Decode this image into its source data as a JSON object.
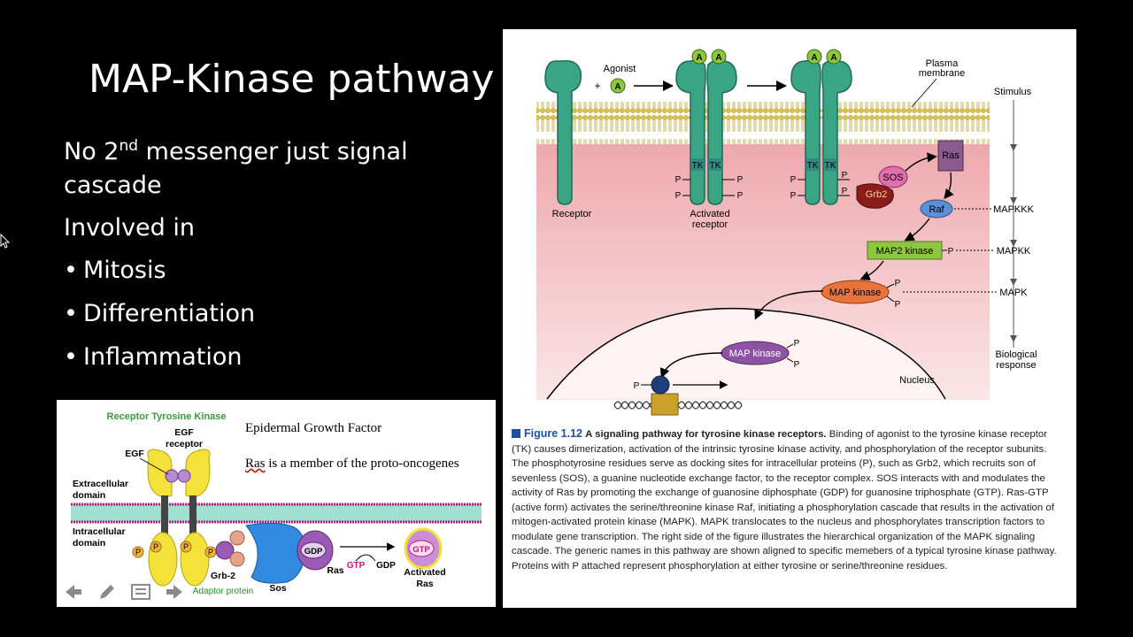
{
  "slide": {
    "title": "MAP-Kinase pathway",
    "intro_before_sup": "No 2",
    "intro_sup": "nd",
    "intro_after_sup": " messenger just signal cascade",
    "involved_label": "Involved in",
    "bullets": [
      "Mitosis",
      "Differentiation",
      "Inflammation"
    ]
  },
  "figure": {
    "labels": {
      "agonist": "Agonist",
      "agonist_plus": "+",
      "ligand": "A",
      "plasma_membrane_1": "Plasma",
      "plasma_membrane_2": "membrane",
      "stimulus": "Stimulus",
      "receptor": "Receptor",
      "activated_receptor_1": "Activated",
      "activated_receptor_2": "receptor",
      "tk": "TK",
      "p": "P",
      "ras": "Ras",
      "sos": "SOS",
      "grb2": "Grb2",
      "raf": "Raf",
      "map2_kinase": "MAP2 kinase",
      "map_kinase": "MAP kinase",
      "mapkkk": "MAPKKK",
      "mapkk": "MAPKK",
      "mapk": "MAPK",
      "biological_response_1": "Biological",
      "biological_response_2": "response",
      "nucleus": "Nucleus"
    },
    "caption": {
      "label": "Figure 1.12",
      "title": "A signaling pathway for tyrosine kinase receptors.",
      "text": "Binding of agonist to the tyrosine kinase receptor (TK) causes dimerization, activation of the intrinsic tyrosine kinase activity, and phosphorylation of the receptor subunits. The phosphotyrosine residues serve as docking sites for intracellular proteins (P), such as Grb2, which recruits son of sevenless (SOS), a guanine nucleotide exchange factor, to the receptor complex. SOS interacts with and modulates the activity of Ras by promoting the exchange of guanosine diphosphate (GDP) for guanosine triphosphate (GTP). Ras-GTP (active form) activates the serine/threonine kinase Raf, initiating a phosphorylation cascade that results in the activation of mitogen-activated protein kinase (MAPK). MAPK translocates to the nucleus and phosphorylates transcription factors to modulate gene transcription. The right side of the figure illustrates the hierarchical organization of the MAPK signaling cascade. The generic names in this pathway are shown aligned to specific memebers of a typical tyrosine kinase pathway. Proteins with P attached represent phosphorylation at either tyrosine or serine/threonine residues."
    }
  },
  "inset": {
    "title": "Receptor Tyrosine Kinase",
    "egf": "EGF",
    "egf_receptor_1": "EGF",
    "egf_receptor_2": "receptor",
    "extracellular_1": "Extracellular",
    "extracellular_2": "domain",
    "intracellular_1": "Intracellular",
    "intracellular_2": "domain",
    "p": "P",
    "grb2": "Grb-2",
    "adaptor": "Adaptor protein",
    "sos": "Sos",
    "gdp": "GDP",
    "ras": "Ras",
    "gtp": "GTP",
    "activated_1": "Activated",
    "activated_2": "Ras",
    "epidermal_growth_factor": "Epidermal Growth Factor",
    "ras_word": "Ras",
    "proto_oncogenes_rest": " is a member of the proto-oncogenes"
  },
  "toolbar": {
    "icons": [
      "arrow-left-icon",
      "pen-icon",
      "notes-icon",
      "arrow-right-icon"
    ]
  },
  "colors": {
    "background": "#000000",
    "receptor_green": "#3aa584",
    "membrane_yellow": "#d9c24a",
    "cytoplasm_pink": "#f2b9bd",
    "ras_purple": "#8b5a8e",
    "raf_blue": "#5b8fd6",
    "map2_green": "#8dc63f",
    "mapk_orange": "#e8743b",
    "mapk_purple": "#8e53a5",
    "caption_blue": "#1d4f9e"
  }
}
